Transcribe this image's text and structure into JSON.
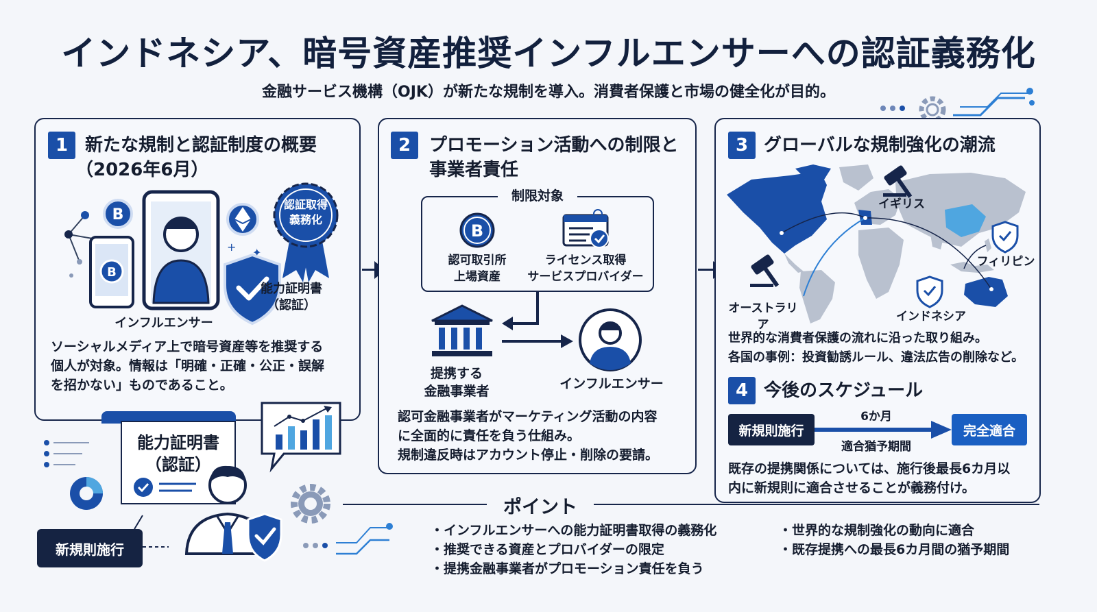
{
  "header": {
    "title": "インドネシア、暗号資産推奨インフルエンサーへの認証義務化",
    "subtitle": "金融サービス機構（OJK）が新たな規制を導入。消費者保護と市場の健全化が目的。"
  },
  "panel1": {
    "number": "1",
    "title_line1": "新たな規制と認証制度の概要",
    "title_line2": "（2026年6月）",
    "badge_line1": "認証取得",
    "badge_line2": "義務化",
    "cert_line1": "能力証明書",
    "cert_line2": "（認証）",
    "influencer_label": "インフルエンサー",
    "desc_line1": "ソーシャルメディア上で暗号資産等を推奨する",
    "desc_line2": "個人が対象。情報は「明確・正確・公正・誤解",
    "desc_line3": "を招かない」ものであること。"
  },
  "panel2": {
    "number": "2",
    "title_line1": "プロモーション活動への制限と",
    "title_line2": "事業者責任",
    "restricted_label": "制限対象",
    "item1_line1": "認可取引所",
    "item1_line2": "上場資産",
    "item2_line1": "ライセンス取得",
    "item2_line2": "サービスプロバイダー",
    "bank_line1": "提携する",
    "bank_line2": "金融事業者",
    "influencer_label": "インフルエンサー",
    "desc_line1": "認可金融事業者がマーケティング活動の内容",
    "desc_line2": "に全面的に責任を負う仕組み。",
    "desc_line3": "規制違反時はアカウント停止・削除の要請。"
  },
  "panel3": {
    "number": "3",
    "title": "グローバルな規制強化の潮流",
    "map_uk": "イギリス",
    "map_ph": "フィリピン",
    "map_au": "オーストラリア",
    "map_id": "インドネシア",
    "desc_line1": "世界的な消費者保護の流れに沿った取り組み。",
    "desc_line2": "各国の事例：投資勧誘ルール、違法広告の削除など。"
  },
  "panel4": {
    "number": "4",
    "title": "今後のスケジュール",
    "start_label": "新規則施行",
    "end_label": "完全適合",
    "period_top": "6か月",
    "period_bottom": "適合猶予期間",
    "desc_line1": "既存の提携関係については、施行後最長6カ月以",
    "desc_line2": "内に新規則に適合させることが義務付け。"
  },
  "bottom": {
    "cert_line1": "能力証明書",
    "cert_line2": "（認証）",
    "new_rule_label": "新規則施行",
    "points_title": "ポイント",
    "points_left": [
      "・インフルエンサーへの能力証明書取得の義務化",
      "・推奨できる資産とプロバイダーの限定",
      "・提携金融事業者がプロモーション責任を負う"
    ],
    "points_right": [
      "・世界的な規制強化の動向に適合",
      "・既存提携への最長6カ月間の猶予期間"
    ]
  },
  "colors": {
    "navy": "#16254a",
    "accent_blue": "#1a4fa8",
    "bright_blue": "#1a5fc2",
    "map_gray": "#b9c1cf"
  }
}
